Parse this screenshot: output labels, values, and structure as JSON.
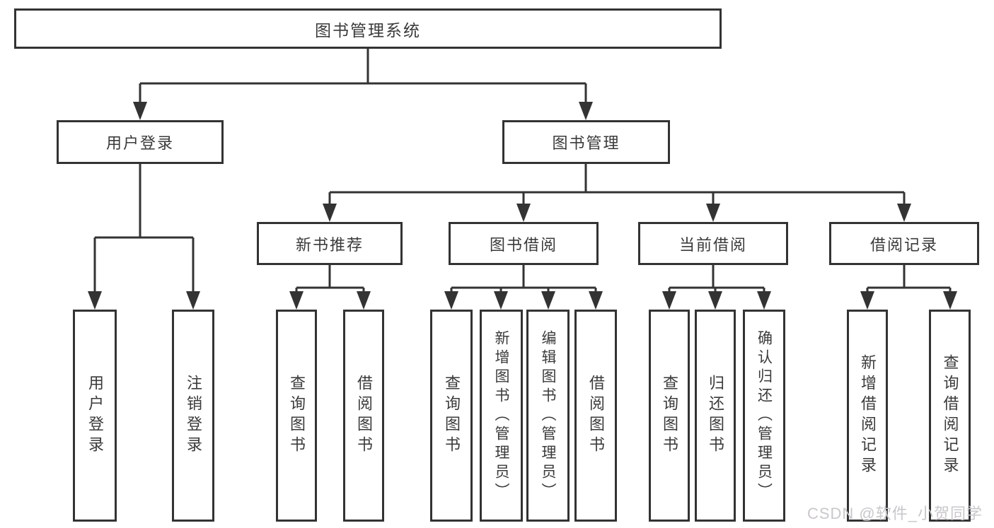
{
  "tree": {
    "root": "图书管理系统",
    "level2": [
      {
        "label": "用户登录",
        "leaves": [
          "用户登录",
          "注销登录"
        ]
      },
      {
        "label": "图书管理",
        "sections": [
          {
            "label": "新书推荐",
            "leaves": [
              "查询图书",
              "借阅图书"
            ]
          },
          {
            "label": "图书借阅",
            "leaves": [
              "查询图书",
              "新增图书（管理员）",
              "编辑图书（管理员）",
              "借阅图书"
            ]
          },
          {
            "label": "当前借阅",
            "leaves": [
              "查询图书",
              "归还图书",
              "确认归还（管理员）"
            ]
          },
          {
            "label": "借阅记录",
            "leaves": [
              "新增借阅记录",
              "查询借阅记录"
            ]
          }
        ]
      }
    ]
  },
  "watermark": {
    "text": "CSDN @软件_小贺同学"
  },
  "colors": {
    "line": "#333333",
    "text": "#3a3a3a",
    "watermark": "#c9c7ca",
    "background": "#ffffff"
  }
}
